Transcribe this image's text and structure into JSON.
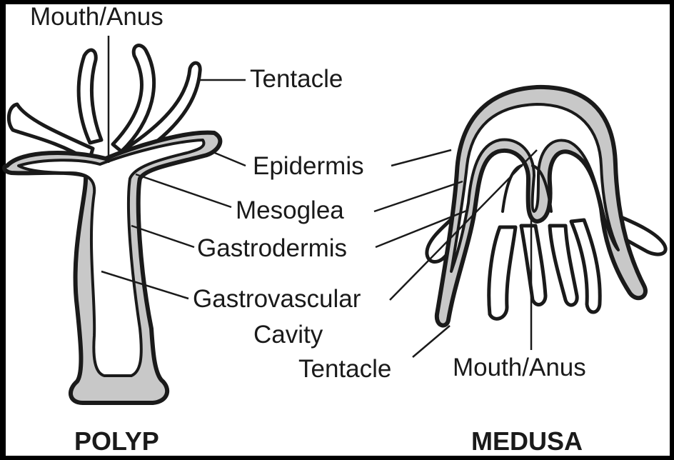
{
  "colors": {
    "frame": "#000000",
    "background": "#ffffff",
    "outline": "#1a1a1a",
    "mesoglea": "#c8c8c8",
    "tissue": "#ffffff"
  },
  "polyp": {
    "caption": "POLYP",
    "labels": {
      "mouth_anus": "Mouth/Anus",
      "tentacle": "Tentacle",
      "epidermis": "Epidermis",
      "mesoglea": "Mesoglea",
      "gastrodermis": "Gastrodermis",
      "gastrovascular_line1": "Gastrovascular",
      "gastrovascular_line2": "Cavity"
    }
  },
  "medusa": {
    "caption": "MEDUSA",
    "labels": {
      "tentacle": "Tentacle",
      "mouth_anus": "Mouth/Anus"
    }
  }
}
